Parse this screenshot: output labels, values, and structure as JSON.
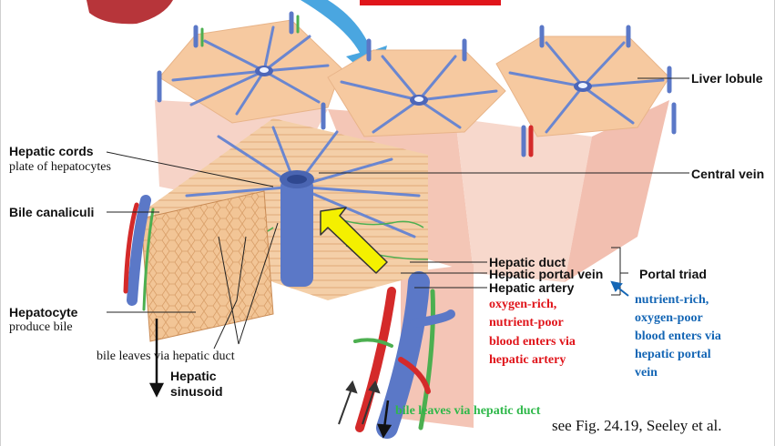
{
  "labels": {
    "liver_lobule": "Liver lobule",
    "central_vein": "Central vein",
    "hepatic_cords": "Hepatic cords",
    "hepatic_cords_sub": "plate of hepatocytes",
    "bile_canaliculi": "Bile canaliculi",
    "hepatocyte": "Hepatocyte",
    "hepatocyte_sub": "produce bile",
    "bile_leaves_left": "bile leaves via hepatic duct",
    "hepatic_sinusoid_1": "Hepatic",
    "hepatic_sinusoid_2": "sinusoid",
    "hepatic_duct": "Hepatic duct",
    "hepatic_portal_vein": "Hepatic portal vein",
    "hepatic_artery": "Hepatic artery",
    "portal_triad": "Portal triad",
    "artery_note": [
      "oxygen-rich,",
      "nutrient-poor",
      "blood enters via",
      "hepatic artery"
    ],
    "portal_note": [
      "nutrient-rich,",
      "oxygen-poor",
      "blood enters via",
      "hepatic portal",
      "vein"
    ],
    "bile_leaves_bottom": "bile leaves via hepatic duct",
    "citation": "see Fig. 24.19, Seeley et al."
  },
  "colors": {
    "tissue": "#f3c9a0",
    "vein": "#5b78c7",
    "artery": "#d42a2a",
    "duct": "#4caf50",
    "highlight_arrow": "#f4f000",
    "entry_arrow": "#4aa6e0",
    "red_text": "#e0151b",
    "blue_text": "#1466b5",
    "green_text": "#2fb84a"
  }
}
